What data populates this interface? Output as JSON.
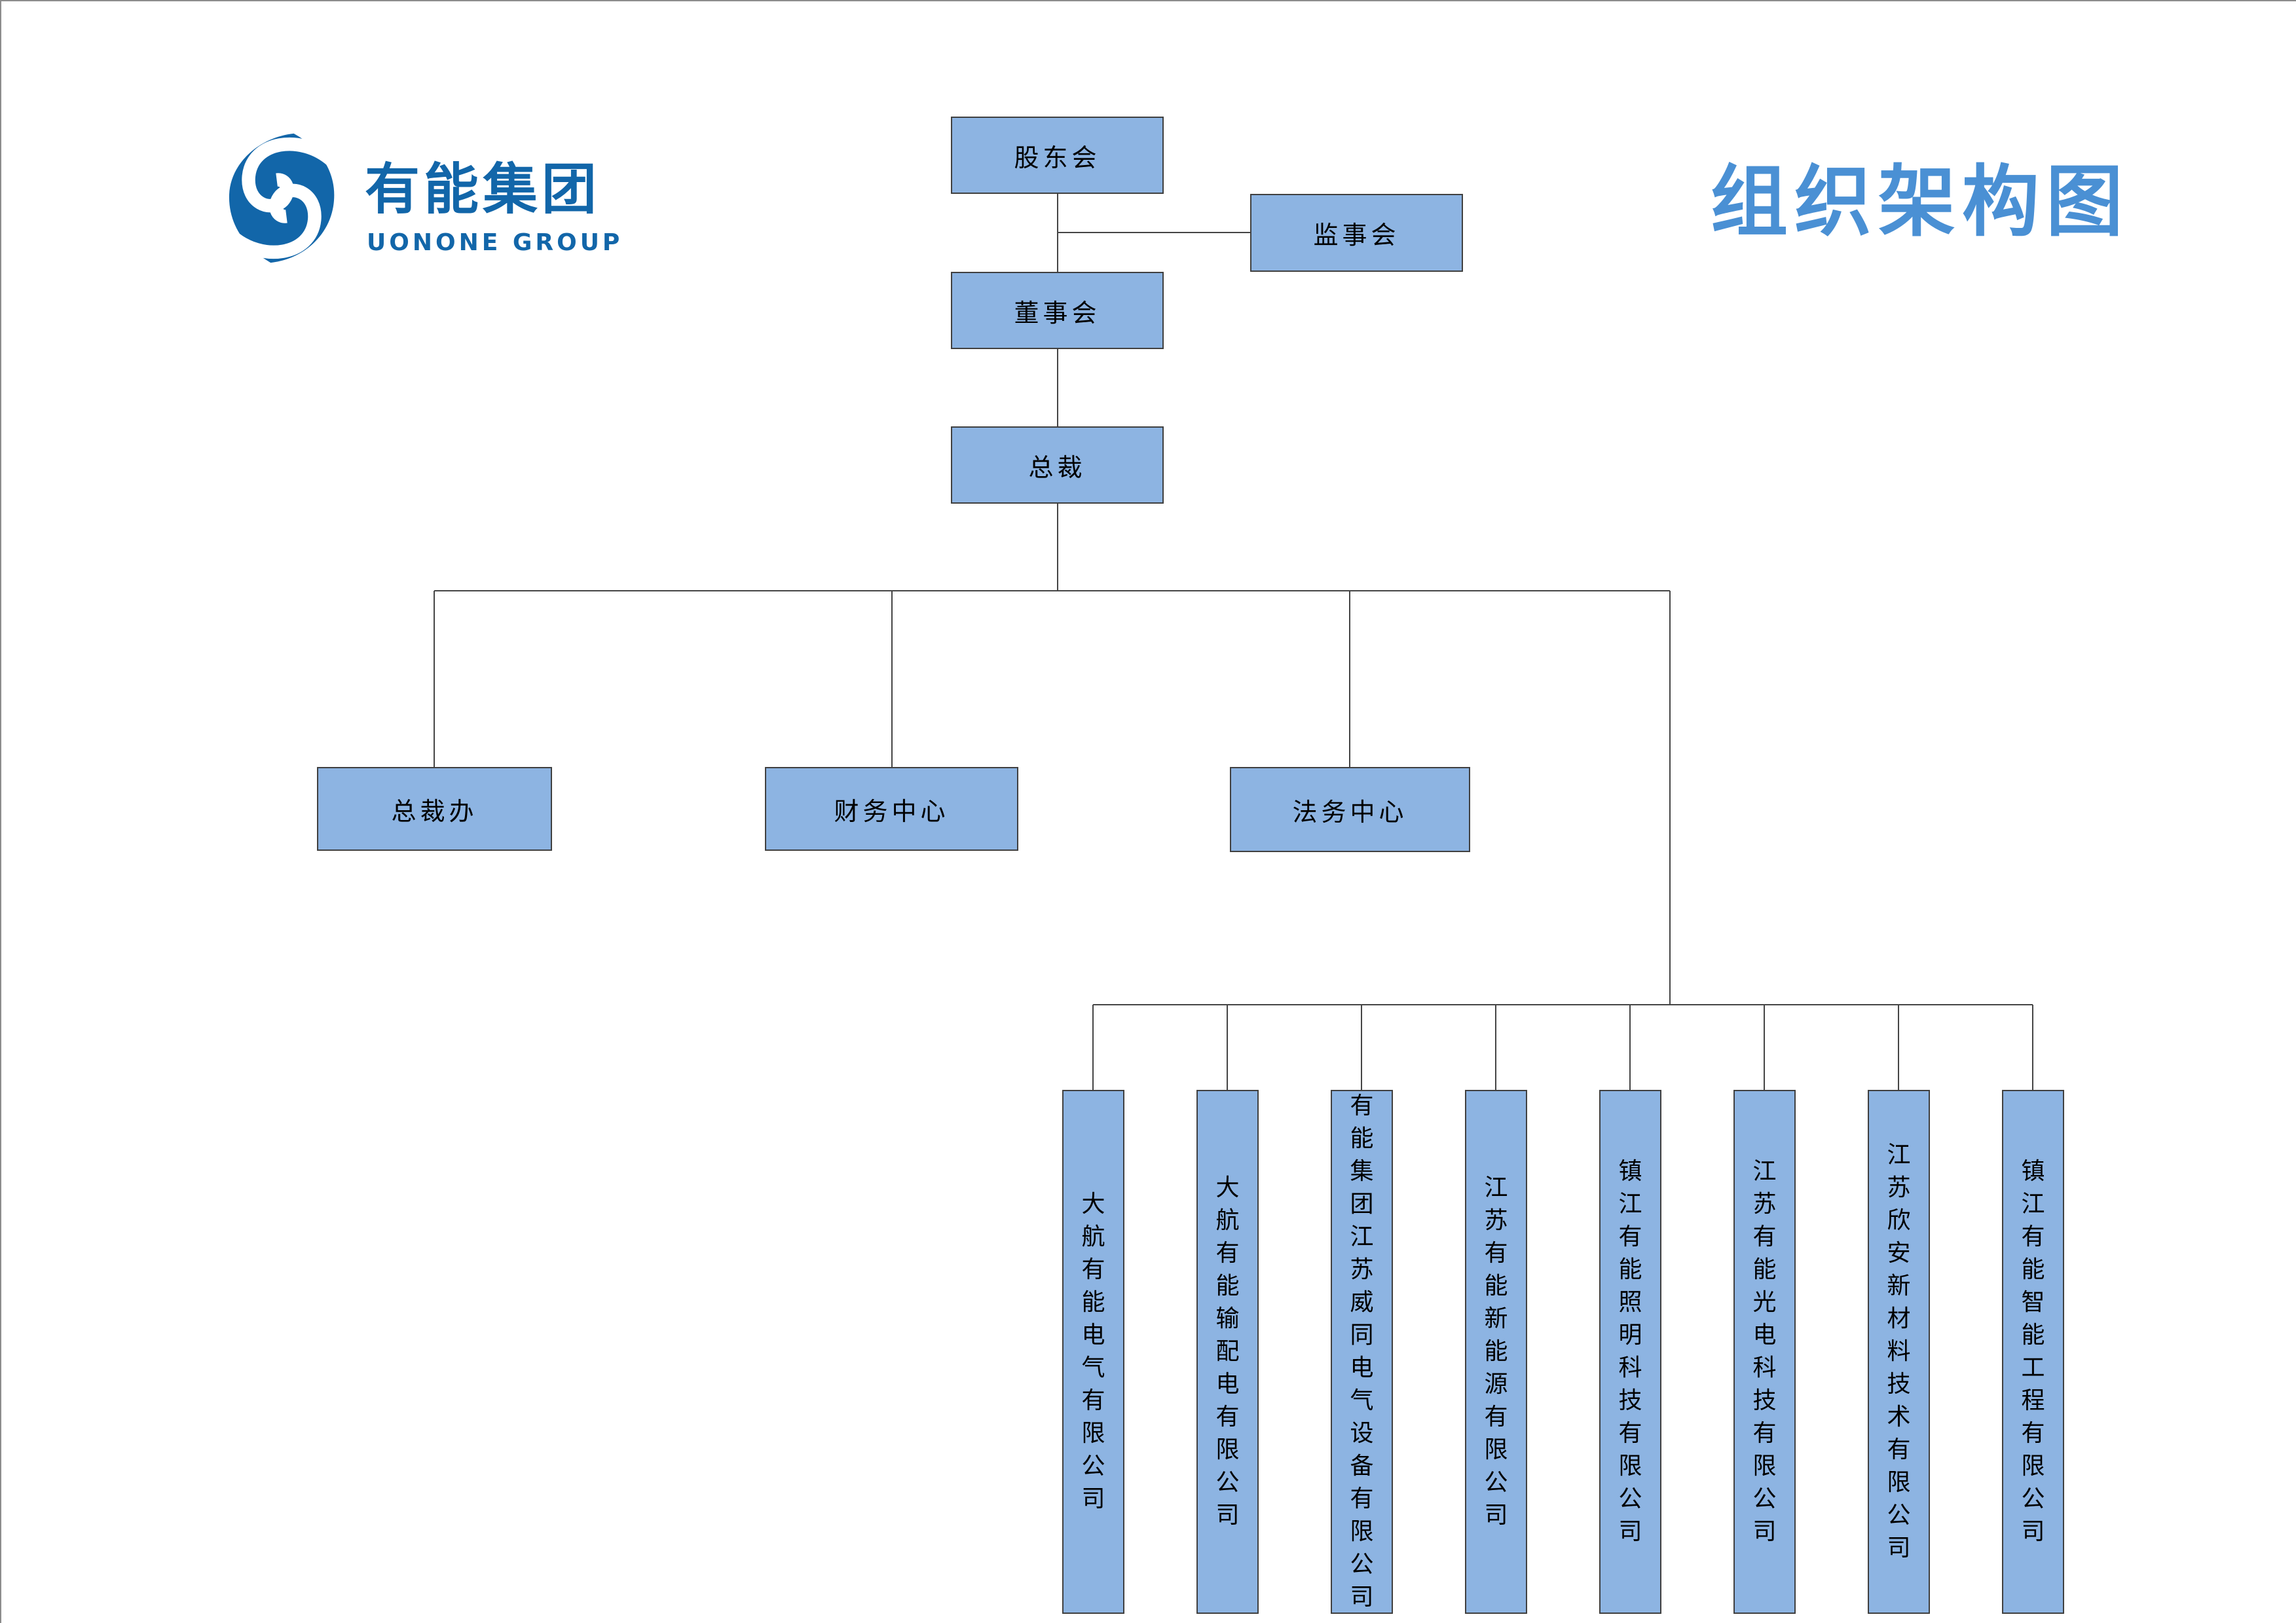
{
  "logo": {
    "cn": "有能集团",
    "en": "UONONE GROUP"
  },
  "title": {
    "text": "组织架构图"
  },
  "colors": {
    "brand": "#1266a9",
    "title": "#4a90d4",
    "node_fill": "#8db4e2",
    "node_border": "#404040",
    "line": "#454545",
    "text": "#000000"
  },
  "nodes": {
    "shareholders": "股东会",
    "supervisory": "监事会",
    "board": "董事会",
    "president": "总裁",
    "president_office": "总裁办",
    "finance_center": "财务中心",
    "legal_center": "法务中心"
  },
  "subsidiaries": [
    "大航有能电气有限公司",
    "大航有能输配电有限公司",
    "有能集团江苏威同电气设备有限公司",
    "江苏有能新能源有限公司",
    "镇江有能照明科技有限公司",
    "江苏有能光电科技有限公司",
    "江苏欣安新材料技术有限公司",
    "镇江有能智能工程有限公司"
  ]
}
